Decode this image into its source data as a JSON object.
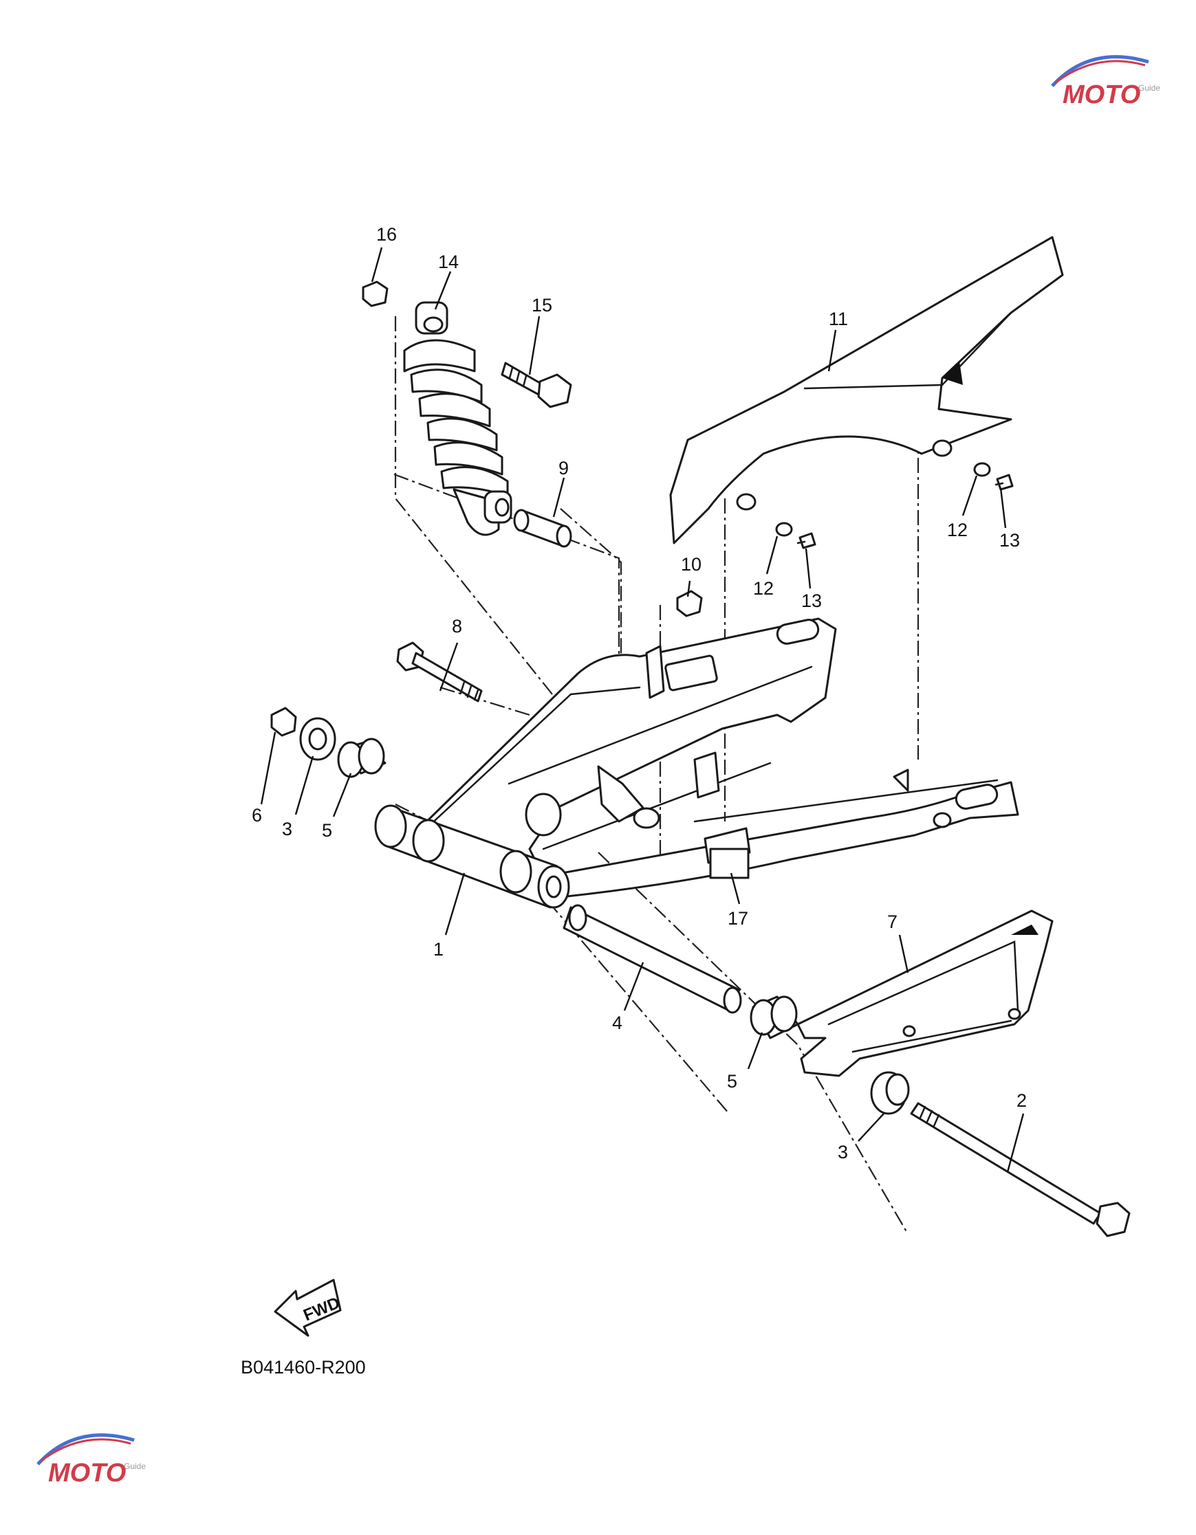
{
  "watermark": {
    "brand": "MOTO",
    "sub": "Guide",
    "accent": "#d23b4a",
    "accent2": "#4a6fd0",
    "grey": "#b9b9b9"
  },
  "fwd_label": "FWD",
  "diagram_code": "B041460-R200",
  "callouts": [
    {
      "id": "c16",
      "text": "16"
    },
    {
      "id": "c14",
      "text": "14"
    },
    {
      "id": "c15",
      "text": "15"
    },
    {
      "id": "c11",
      "text": "11"
    },
    {
      "id": "c9",
      "text": "9"
    },
    {
      "id": "c12a",
      "text": "12"
    },
    {
      "id": "c13a",
      "text": "13"
    },
    {
      "id": "c12b",
      "text": "12"
    },
    {
      "id": "c13b",
      "text": "13"
    },
    {
      "id": "c10",
      "text": "10"
    },
    {
      "id": "c8",
      "text": "8"
    },
    {
      "id": "c6",
      "text": "6"
    },
    {
      "id": "c3a",
      "text": "3"
    },
    {
      "id": "c5a",
      "text": "5"
    },
    {
      "id": "c17",
      "text": "17"
    },
    {
      "id": "c1",
      "text": "1"
    },
    {
      "id": "c7",
      "text": "7"
    },
    {
      "id": "c4",
      "text": "4"
    },
    {
      "id": "c5b",
      "text": "5"
    },
    {
      "id": "c2",
      "text": "2"
    },
    {
      "id": "c3b",
      "text": "3"
    }
  ]
}
